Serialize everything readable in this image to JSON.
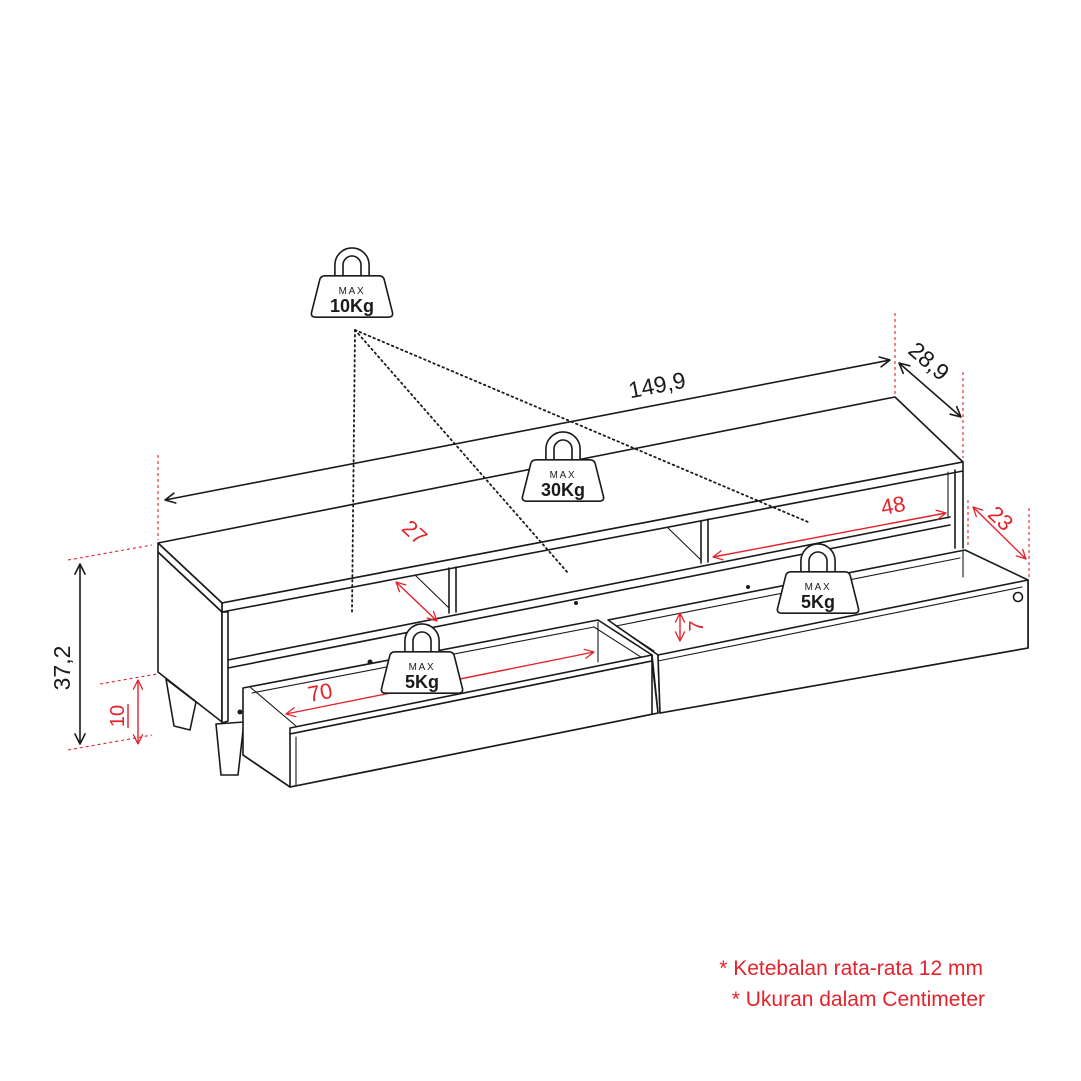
{
  "dimensions": {
    "length": "149,9",
    "depth": "28,9",
    "height": "37,2",
    "leg_height": "10",
    "shelf_depth": "27",
    "compartment_width": "48",
    "drawer_depth": "23",
    "drawer_height": "7",
    "drawer_width": "70"
  },
  "load_limits": [
    {
      "label": "MAX",
      "value": "10Kg"
    },
    {
      "label": "MAX",
      "value": "30Kg"
    },
    {
      "label": "MAX",
      "value": "5Kg"
    },
    {
      "label": "MAX",
      "value": "5Kg"
    }
  ],
  "notes": [
    "* Ketebalan rata-rata 12 mm",
    "* Ukuran dalam Centimeter"
  ],
  "colors": {
    "line": "#1a1a1a",
    "accent": "#e4222b",
    "background": "#ffffff"
  },
  "icons": [
    "weight-icon"
  ]
}
